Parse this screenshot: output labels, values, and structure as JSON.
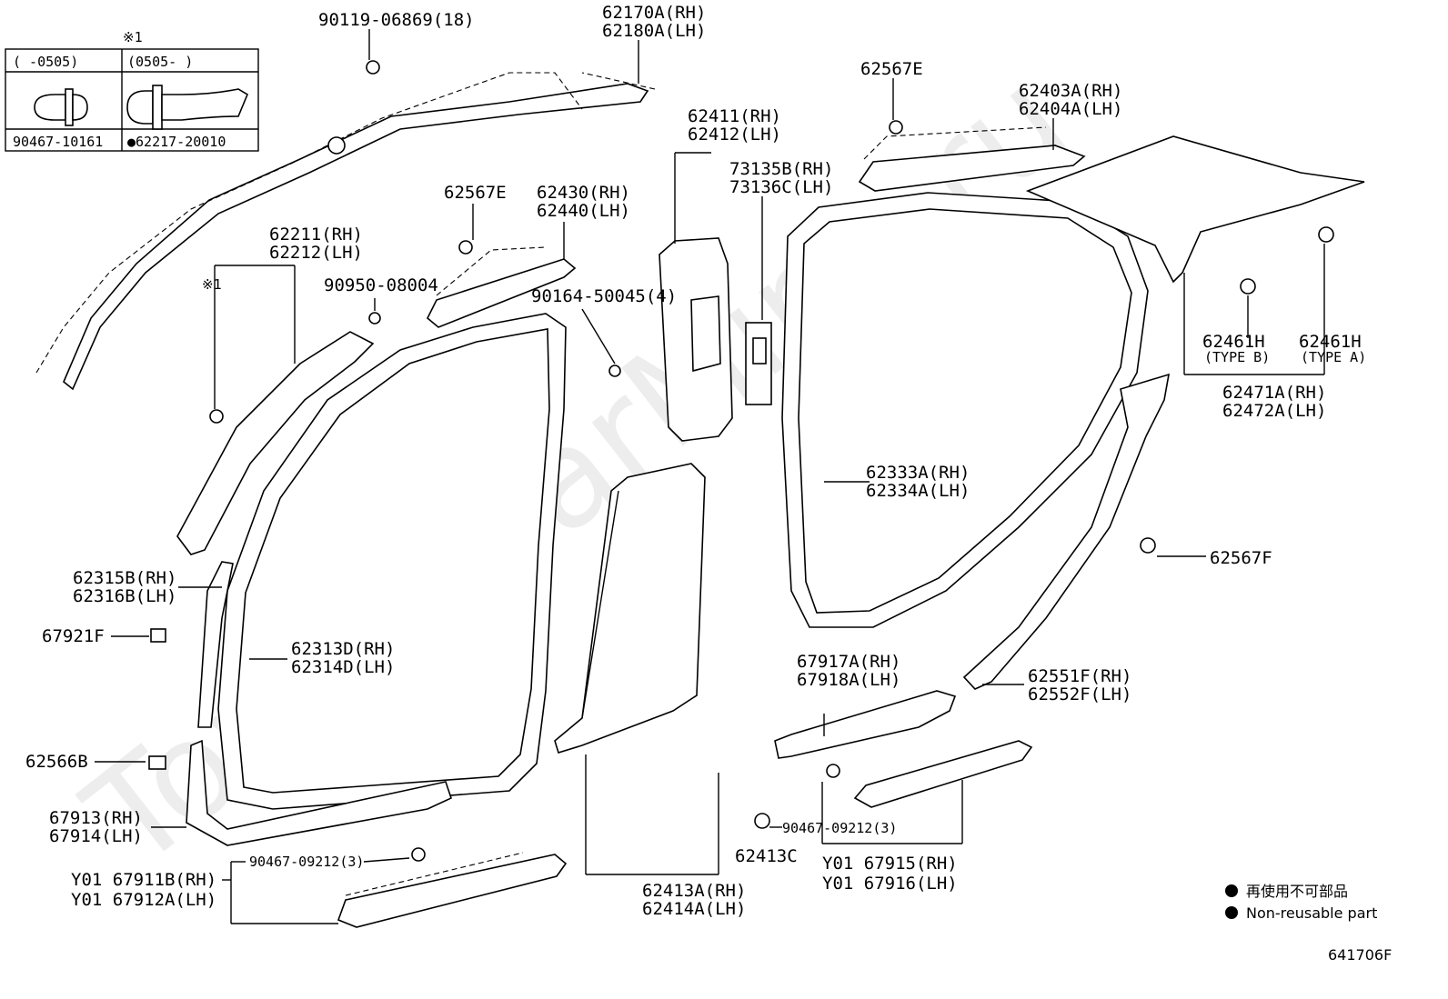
{
  "watermark": "ToyotaCarMine.ru",
  "inset": {
    "header_mark": "※1",
    "col1_header": "(   -0505)",
    "col2_header": "(0505-    )",
    "col1_part": "90467-10161",
    "col2_part": "●62217-20010"
  },
  "labels": {
    "l01": "90119-06869(18)",
    "l02a": "62170A(RH)",
    "l02b": "62180A(LH)",
    "l03": "62567E",
    "l04a": "62403A(RH)",
    "l04b": "62404A(LH)",
    "l05a": "62411(RH)",
    "l05b": "62412(LH)",
    "l06a": "73135B(RH)",
    "l06b": "73136C(LH)",
    "l07": "62567E",
    "l08a": "62430(RH)",
    "l08b": "62440(LH)",
    "l09a": "62211(RH)",
    "l09b": "62212(LH)",
    "l10": "※1",
    "l11": "90950-08004",
    "l12": "90164-50045(4)",
    "l13a": "62461H",
    "l13b": "(TYPE B)",
    "l14a": "62461H",
    "l14b": "(TYPE A)",
    "l15a": "62471A(RH)",
    "l15b": "62472A(LH)",
    "l16a": "62333A(RH)",
    "l16b": "62334A(LH)",
    "l17": "62567F",
    "l18a": "62315B(RH)",
    "l18b": "62316B(LH)",
    "l19": "67921F",
    "l20a": "62313D(RH)",
    "l20b": "62314D(LH)",
    "l21a": "67917A(RH)",
    "l21b": "67918A(LH)",
    "l22a": "62551F(RH)",
    "l22b": "62552F(LH)",
    "l23": "62566B",
    "l24a": "67913(RH)",
    "l24b": "67914(LH)",
    "l25": "90467-09212(3)",
    "l26a": "Y01 67911B(RH)",
    "l26b": "Y01 67912A(LH)",
    "l27": "90467-09212(3)",
    "l28": "62413C",
    "l29a": "62413A(RH)",
    "l29b": "62414A(LH)",
    "l30a": "Y01 67915(RH)",
    "l30b": "Y01 67916(LH)"
  },
  "legend": {
    "line1": "再使用不可部品",
    "line2": "Non-reusable part"
  },
  "figure_id": "641706F"
}
